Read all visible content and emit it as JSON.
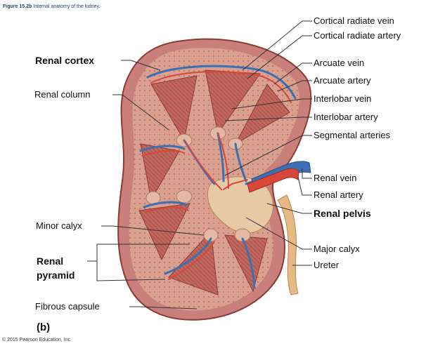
{
  "figure": {
    "number": "Figure 15.2b",
    "caption": "Internal anatomy of the kidney.",
    "panel": "(b)",
    "copyright": "© 2015 Pearson Education, Inc."
  },
  "labels_left": {
    "renal_cortex": "Renal cortex",
    "renal_column": "Renal column",
    "minor_calyx": "Minor calyx",
    "renal_pyramid_line1": "Renal",
    "renal_pyramid_line2": "pyramid",
    "fibrous_capsule": "Fibrous capsule"
  },
  "labels_right": {
    "cortical_radiate_vein": "Cortical radiate vein",
    "cortical_radiate_artery": "Cortical radiate artery",
    "arcuate_vein": "Arcuate vein",
    "arcuate_artery": "Arcuate artery",
    "interlobar_vein": "Interlobar vein",
    "interlobar_artery": "Interlobar artery",
    "segmental_arteries": "Segmental arteries",
    "renal_vein": "Renal vein",
    "renal_artery": "Renal artery",
    "renal_pelvis": "Renal pelvis",
    "major_calyx": "Major calyx",
    "ureter": "Ureter"
  },
  "colors": {
    "capsule": "#c9807a",
    "cortex": "#d9a08f",
    "pyramid": "#c0685e",
    "vein": "#3d6fb5",
    "artery": "#d8473a",
    "pelvis": "#e8c9a6",
    "ureter": "#e7b985",
    "leader": "#333333"
  }
}
